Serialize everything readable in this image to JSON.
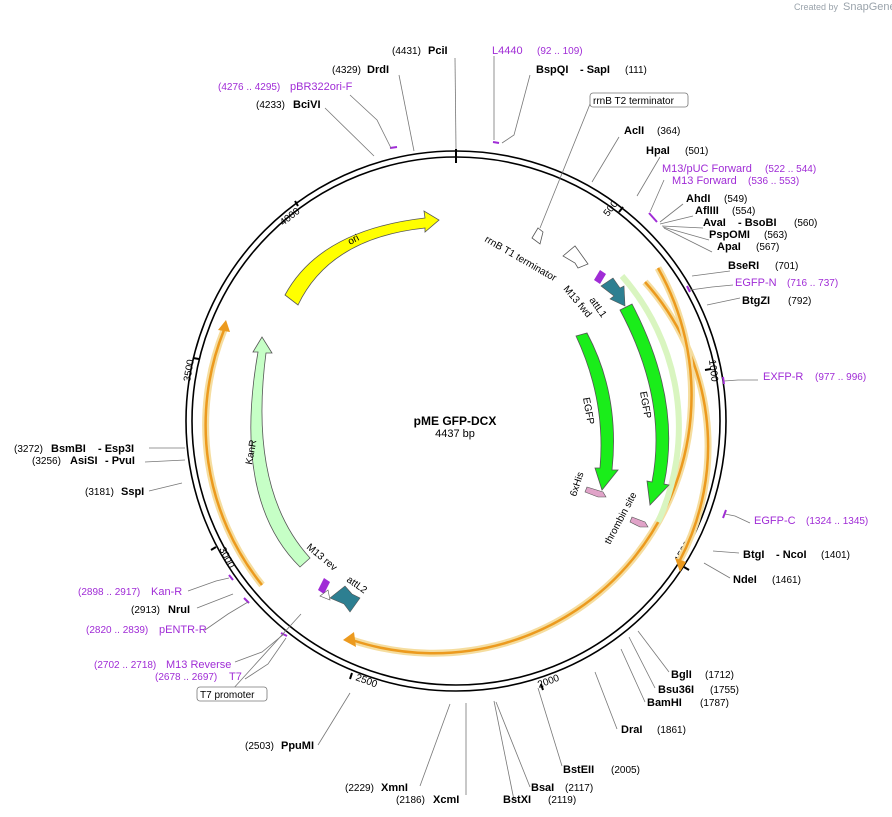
{
  "credit": {
    "text": "Created by",
    "brand": "SnapGene"
  },
  "plasmid": {
    "name": "pME GFP-DCX",
    "length_label": "4437 bp",
    "length": 4437
  },
  "ticks": [
    500,
    1000,
    1500,
    2000,
    2500,
    3000,
    3500,
    4000
  ],
  "enzymes": [
    {
      "name": "PciI",
      "pos": "(4431)"
    },
    {
      "name": "DrdI",
      "pos": "(4329)"
    },
    {
      "name": "BciVI",
      "pos": "(4233)"
    },
    {
      "name": "BspQI",
      "name2": "- SapI",
      "pos": "(111)"
    },
    {
      "name": "AclI",
      "pos": "(364)"
    },
    {
      "name": "HpaI",
      "pos": "(501)"
    },
    {
      "name": "AhdI",
      "pos": "(549)"
    },
    {
      "name": "AflIII",
      "pos": "(554)"
    },
    {
      "name": "AvaI",
      "name2": "- BsoBI",
      "pos": "(560)"
    },
    {
      "name": "PspOMI",
      "pos": "(563)"
    },
    {
      "name": "ApaI",
      "pos": "(567)"
    },
    {
      "name": "BseRI",
      "pos": "(701)"
    },
    {
      "name": "BtgZI",
      "pos": "(792)"
    },
    {
      "name": "BtgI",
      "name2": "- NcoI",
      "pos": "(1401)"
    },
    {
      "name": "NdeI",
      "pos": "(1461)"
    },
    {
      "name": "BglI",
      "pos": "(1712)"
    },
    {
      "name": "Bsu36I",
      "pos": "(1755)"
    },
    {
      "name": "BamHI",
      "pos": "(1787)"
    },
    {
      "name": "DraI",
      "pos": "(1861)"
    },
    {
      "name": "BstEII",
      "pos": "(2005)"
    },
    {
      "name": "BsaI",
      "pos": "(2117)"
    },
    {
      "name": "BstXI",
      "pos": "(2119)"
    },
    {
      "name": "XcmI",
      "pos": "(2186)"
    },
    {
      "name": "XmnI",
      "pos": "(2229)"
    },
    {
      "name": "PpuMI",
      "pos": "(2503)"
    },
    {
      "name": "NruI",
      "pos": "(2913)"
    },
    {
      "name": "SspI",
      "pos": "(3181)"
    },
    {
      "name": "AsiSI",
      "name2": "- PvuI",
      "pos": "(3256)"
    },
    {
      "name": "BsmBI",
      "name2": "- Esp3I",
      "pos": "(3272)"
    }
  ],
  "primers": [
    {
      "name": "L4440",
      "pos": "(92 .. 109)"
    },
    {
      "name": "pBR322ori-F",
      "pos": "(4276 .. 4295)"
    },
    {
      "name": "M13/pUC Forward",
      "pos": "(522 .. 544)"
    },
    {
      "name": "M13 Forward",
      "pos": "(536 .. 553)"
    },
    {
      "name": "EGFP-N",
      "pos": "(716 .. 737)"
    },
    {
      "name": "EXFP-R",
      "pos": "(977 .. 996)"
    },
    {
      "name": "EGFP-C",
      "pos": "(1324 .. 1345)"
    },
    {
      "name": "Kan-R",
      "pos": "(2898 .. 2917)"
    },
    {
      "name": "pENTR-R",
      "pos": "(2820 .. 2839)"
    },
    {
      "name": "M13 Reverse",
      "pos": "(2702 .. 2718)"
    },
    {
      "name": "T7",
      "pos": "(2678 .. 2697)"
    }
  ],
  "boxed": [
    {
      "name": "rrnB T2 terminator"
    },
    {
      "name": "T7 promoter"
    }
  ],
  "features": {
    "ori": "ori",
    "kanr": "KanR",
    "egfp_inner": "EGFP",
    "egfp_outer": "EGFP",
    "his": "6xHis",
    "thrombin": "thrombin site",
    "rrnb_t1": "rrnB T1 terminator",
    "attl1": "attL1",
    "m13fwd": "M13 fwd",
    "m13rev": "M13 rev",
    "attl2": "attL2"
  },
  "colors": {
    "primer": "#a02cd6",
    "ori": "#ffff00",
    "kanr": "#c6ffc6",
    "egfp": "#1aed1a",
    "att": "#2d7f91",
    "orf": "#ec9a1e"
  }
}
